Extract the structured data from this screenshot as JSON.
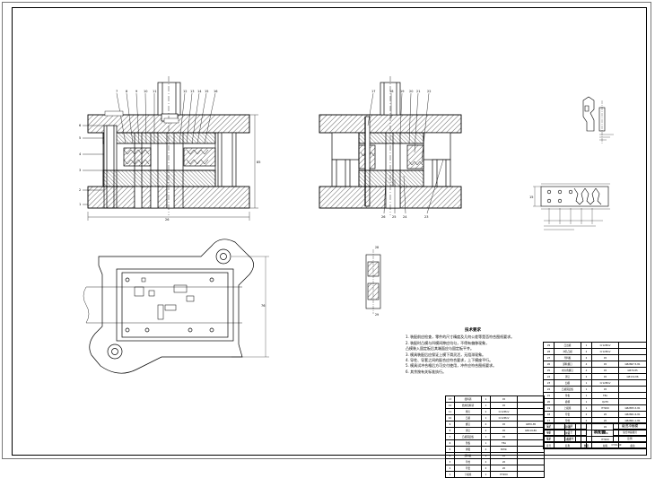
{
  "drawing": {
    "front_view_part_labels_top": [
      "7",
      "8",
      "9",
      "10",
      "11",
      "12",
      "13",
      "14",
      "15",
      "16"
    ],
    "front_view_part_labels_left": [
      "6",
      "5",
      "4",
      "3",
      "2",
      "1"
    ],
    "front_view_width_dim": "26",
    "front_view_height_dim": "85",
    "side_view_part_labels_top": [
      "17",
      "18",
      "19",
      "20",
      "21",
      "22"
    ],
    "side_view_part_labels_bottom": [
      "26",
      "25",
      "24",
      "23"
    ],
    "plan_view_width_dim": "76",
    "strip_label_top": "28",
    "strip_label_bottom": "29",
    "layout_dim_left": "15"
  },
  "notes": {
    "title": "技术要求",
    "lines": [
      "1. 装配前应检查，零件的尺寸精度及几何公差等是否符合图纸要求。",
      "2. 装配时凸模与凹模间隙应均匀，不得有偏移现象，",
      "   凸模装入固定板后其端面应与固定板平齐。",
      "3. 模具装配后应保证上模下滑灵活，无阻滞现象。",
      "4. 导柱、导套之间的配合应符合要求，上下模座平行。",
      "5. 模具试冲合格后方可交付使用，冲件应符合图纸要求。",
      "6. 其余按有关标准执行。"
    ]
  },
  "bom_right": {
    "rows": [
      [
        "29",
        "凸凹模",
        "1",
        "Cr12MoV",
        ""
      ],
      [
        "28",
        "冲孔凸模",
        "2",
        "Cr12MoV",
        ""
      ],
      [
        "27",
        "导料板",
        "2",
        "45",
        ""
      ],
      [
        "26",
        "卸料螺钉",
        "4",
        "45",
        "GB2867.5-81"
      ],
      [
        "25",
        "内六角螺钉",
        "4",
        "45",
        "GB70-85"
      ],
      [
        "24",
        "销钉",
        "2",
        "45",
        "GB119-86"
      ],
      [
        "23",
        "凹模",
        "1",
        "Cr12MoV",
        ""
      ],
      [
        "22",
        "凸模固定板",
        "1",
        "45",
        ""
      ],
      [
        "21",
        "垫板",
        "1",
        "T8A",
        ""
      ],
      [
        "20",
        "模柄",
        "1",
        "Q235",
        ""
      ],
      [
        "19",
        "上模座",
        "1",
        "HT200",
        "GB2855.5-81"
      ],
      [
        "18",
        "导套",
        "2",
        "20",
        "GB2861.6-81"
      ],
      [
        "17",
        "导柱",
        "2",
        "20",
        "GB2861.1-81"
      ],
      [
        "16",
        "卸料板",
        "1",
        "45",
        ""
      ],
      [
        "15",
        "弹簧",
        "4",
        "65Mn",
        ""
      ],
      [
        "14",
        "下模座",
        "1",
        "HT200",
        ""
      ]
    ],
    "header": [
      "序号",
      "名称",
      "数量",
      "材料",
      "备注"
    ]
  },
  "bom_left": {
    "rows": [
      [
        "13",
        "挡料销",
        "1",
        "45",
        ""
      ],
      [
        "12",
        "始用挡料销",
        "1",
        "45",
        ""
      ],
      [
        "11",
        "侧刃",
        "2",
        "Cr12MoV",
        ""
      ],
      [
        "10",
        "凸模",
        "1",
        "Cr12MoV",
        ""
      ],
      [
        "9",
        "螺钉",
        "4",
        "45",
        "GB70-85"
      ],
      [
        "8",
        "销钉",
        "2",
        "45",
        "GB119-86"
      ],
      [
        "7",
        "凸模固定板",
        "1",
        "45",
        ""
      ],
      [
        "6",
        "垫板",
        "1",
        "T8A",
        ""
      ],
      [
        "5",
        "弹簧",
        "4",
        "65Mn",
        ""
      ],
      [
        "4",
        "卸料板",
        "1",
        "45",
        ""
      ],
      [
        "3",
        "导柱",
        "2",
        "20",
        ""
      ],
      [
        "2",
        "导套",
        "2",
        "20",
        ""
      ],
      [
        "1",
        "下模座",
        "1",
        "HT200",
        ""
      ]
    ]
  },
  "title_block": {
    "drawing_name": "装配图",
    "part_name": "级进冲裁模",
    "sub_name": "复合冲裁模具",
    "scale_label": "比例",
    "drawing_no": "CY01-00",
    "labels": [
      "设计",
      "审核",
      "工艺",
      "批准",
      "标准化",
      "日期"
    ]
  }
}
